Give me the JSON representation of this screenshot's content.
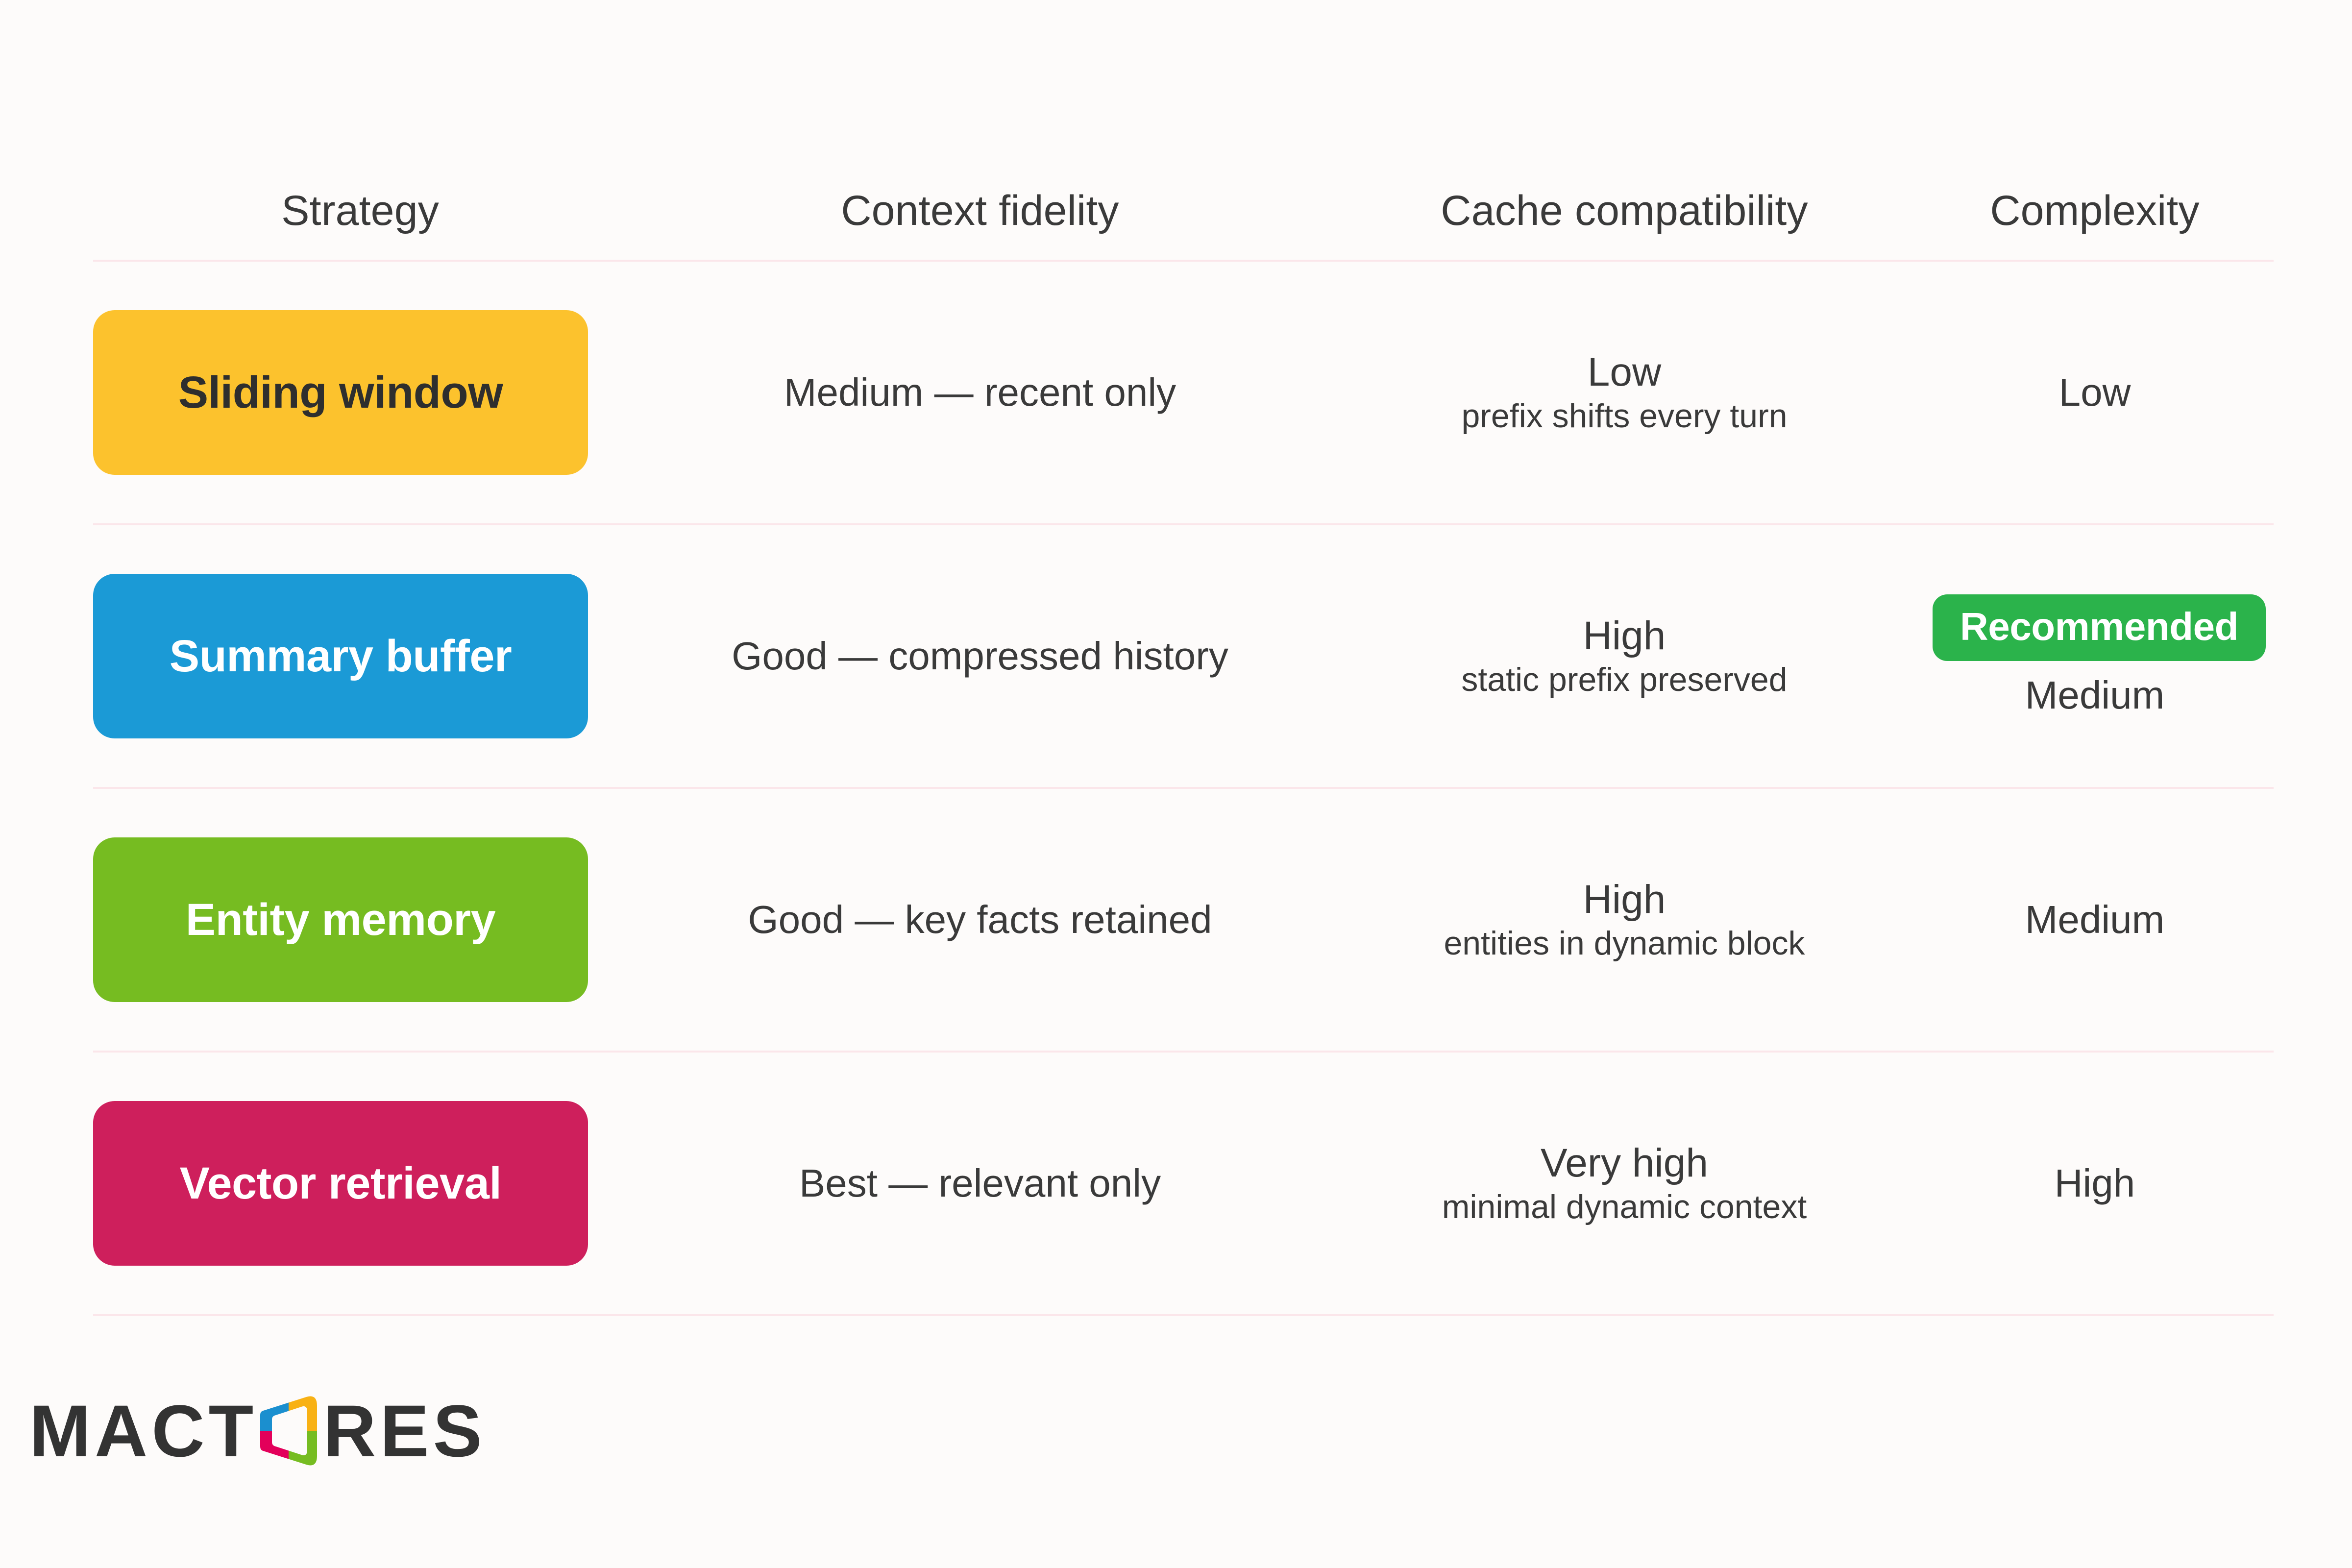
{
  "table": {
    "headers": [
      "Strategy",
      "Context fidelity",
      "Cache compatibility",
      "Complexity"
    ],
    "rows": [
      {
        "strategy": "Sliding window",
        "badge_color": "#FCC22D",
        "badge_text_color": "#2E2E2E",
        "context_fidelity": "Medium — recent only",
        "cache_main": "Low",
        "cache_sub": "prefix shifts every turn",
        "complexity": "Low",
        "recommended_label": ""
      },
      {
        "strategy": "Summary buffer",
        "badge_color": "#1B9AD6",
        "badge_text_color": "#FFFFFF",
        "context_fidelity": "Good — compressed history",
        "cache_main": "High",
        "cache_sub": "static prefix preserved",
        "complexity": "Medium",
        "recommended_label": "Recommended"
      },
      {
        "strategy": "Entity memory",
        "badge_color": "#76BC21",
        "badge_text_color": "#FFFFFF",
        "context_fidelity": "Good — key facts retained",
        "cache_main": "High",
        "cache_sub": "entities in dynamic block",
        "complexity": "Medium",
        "recommended_label": ""
      },
      {
        "strategy": "Vector retrieval",
        "badge_color": "#CE1F5C",
        "badge_text_color": "#FFFFFF",
        "context_fidelity": "Best — relevant only",
        "cache_main": "Very high",
        "cache_sub": "minimal dynamic context",
        "complexity": "High",
        "recommended_label": ""
      }
    ]
  },
  "logo": {
    "word_part_a": "MACT",
    "word_part_b": "RES",
    "mark_colors": {
      "top_left": "#1B8FCF",
      "top_right": "#F8B114",
      "bottom_left": "#E3005A",
      "bottom_right": "#76BC21"
    }
  },
  "theme": {
    "background": "#FDFBFA",
    "text": "#3A3A3A",
    "rule": "#FBE6EA",
    "recommended_badge": "#2BB34B"
  }
}
